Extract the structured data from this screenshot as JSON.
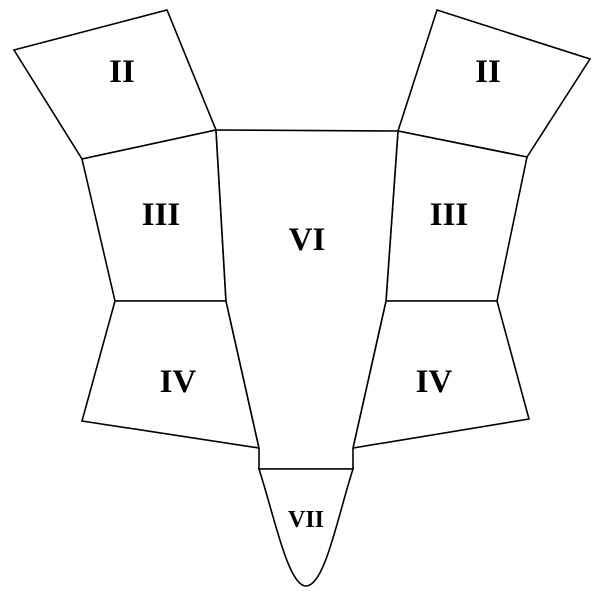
{
  "diagram": {
    "regions": [
      {
        "id": "left-top",
        "label": "II"
      },
      {
        "id": "right-top",
        "label": "II"
      },
      {
        "id": "left-middle",
        "label": "III"
      },
      {
        "id": "right-middle",
        "label": "III"
      },
      {
        "id": "left-lower",
        "label": "IV"
      },
      {
        "id": "right-lower",
        "label": "IV"
      },
      {
        "id": "center",
        "label": "VI"
      },
      {
        "id": "bottom-tip",
        "label": "VII"
      }
    ],
    "colors": {
      "stroke": "#000000",
      "fill": "#ffffff",
      "text": "#000000"
    }
  }
}
